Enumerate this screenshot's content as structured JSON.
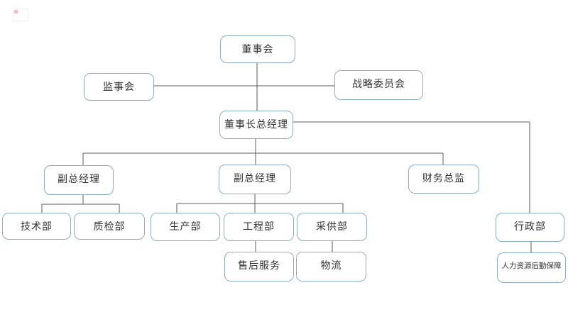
{
  "diagram": {
    "type": "org-chart",
    "background_color": "#ffffff",
    "box_border_color": "#8caccd",
    "line_color": "#595959",
    "text_color": "#333333"
  },
  "nodes": [
    {
      "id": "board",
      "label": "董事会"
    },
    {
      "id": "supervisory-board",
      "label": "监事会"
    },
    {
      "id": "strategy-committee",
      "label": "战略委员会"
    },
    {
      "id": "chairman-gm",
      "label": "董事长总经理"
    },
    {
      "id": "deputy-gm-left",
      "label": "副总经理"
    },
    {
      "id": "deputy-gm-mid",
      "label": "副总经理"
    },
    {
      "id": "finance-director",
      "label": "财务总监"
    },
    {
      "id": "admin-dept",
      "label": "行政部"
    },
    {
      "id": "tech-dept",
      "label": "技术部"
    },
    {
      "id": "qc-dept",
      "label": "质检部"
    },
    {
      "id": "production-dept",
      "label": "生产部"
    },
    {
      "id": "engineering-dept",
      "label": "工程部"
    },
    {
      "id": "procurement-dept",
      "label": "采供部"
    },
    {
      "id": "aftersales-service",
      "label": "售后服务"
    },
    {
      "id": "logistics",
      "label": "物流"
    },
    {
      "id": "hr-logistics-support",
      "label": "人力资源后勤保障"
    }
  ],
  "edges": [
    {
      "from": "board",
      "to": "chairman-gm"
    },
    {
      "from": "supervisory-board",
      "to": "strategy-committee"
    },
    {
      "from": "chairman-gm",
      "to": "deputy-gm-left"
    },
    {
      "from": "chairman-gm",
      "to": "deputy-gm-mid"
    },
    {
      "from": "chairman-gm",
      "to": "finance-director"
    },
    {
      "from": "chairman-gm",
      "to": "admin-dept"
    },
    {
      "from": "deputy-gm-left",
      "to": "tech-dept"
    },
    {
      "from": "deputy-gm-left",
      "to": "qc-dept"
    },
    {
      "from": "deputy-gm-mid",
      "to": "production-dept"
    },
    {
      "from": "deputy-gm-mid",
      "to": "engineering-dept"
    },
    {
      "from": "deputy-gm-mid",
      "to": "procurement-dept"
    },
    {
      "from": "engineering-dept",
      "to": "aftersales-service"
    },
    {
      "from": "procurement-dept",
      "to": "logistics"
    },
    {
      "from": "admin-dept",
      "to": "hr-logistics-support"
    }
  ]
}
